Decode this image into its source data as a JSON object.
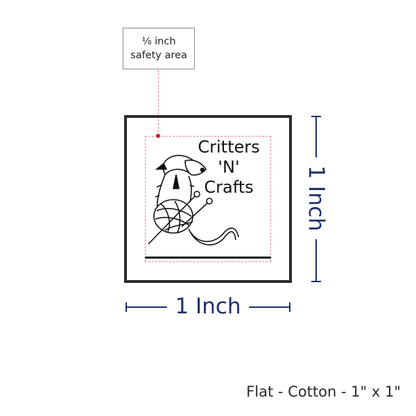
{
  "callout": {
    "line1": "⅛ inch",
    "line2": "safety area"
  },
  "label": {
    "brand_line1": "Critters",
    "brand_line2": "'N'",
    "brand_line3": "Crafts"
  },
  "dimensions": {
    "width_label": "1 Inch",
    "height_label": "1 Inch"
  },
  "caption": "Flat - Cotton - 1\" x 1\"",
  "colors": {
    "dimension": "#1f2e6e",
    "safety": "#e08a98",
    "marker": "#c8203a",
    "border": "#2a2a2a"
  },
  "icons": {
    "artwork": "dog-knitting-yarn-illustration"
  }
}
